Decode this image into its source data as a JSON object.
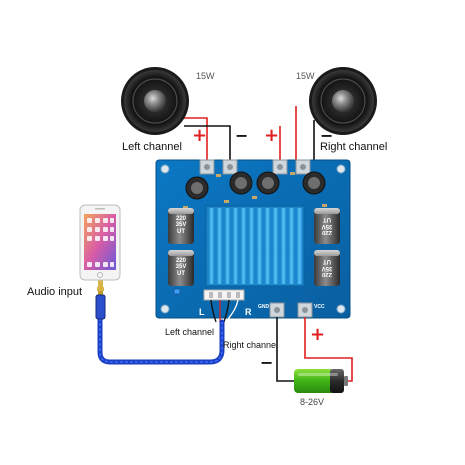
{
  "speakers": {
    "left": {
      "power": "15W",
      "channel": "Left channel"
    },
    "right": {
      "power": "15W",
      "channel": "Right channel"
    }
  },
  "polarity": {
    "plus": "+",
    "minus": "−"
  },
  "audio": {
    "label": "Audio input"
  },
  "input_channels": {
    "left": "Left channel",
    "right": "Right channel"
  },
  "board": {
    "silk_L": "L",
    "silk_R": "R",
    "gnd": "GND",
    "vcc": "VCC",
    "caps_left": [
      "220 35V UT",
      "220 35V UT"
    ],
    "caps_right": [
      "220 35V UT",
      "220 35V UT"
    ]
  },
  "battery": {
    "voltage": "8-26V"
  },
  "colors": {
    "pcb": "#0a6fb8",
    "heatsink": "#2ea8ea",
    "wire_red": "#e02020",
    "wire_black": "#111111",
    "cable_blue": "#1a3fc0",
    "battery_green": "#4cc21a",
    "jack_gold": "#d7b348"
  }
}
